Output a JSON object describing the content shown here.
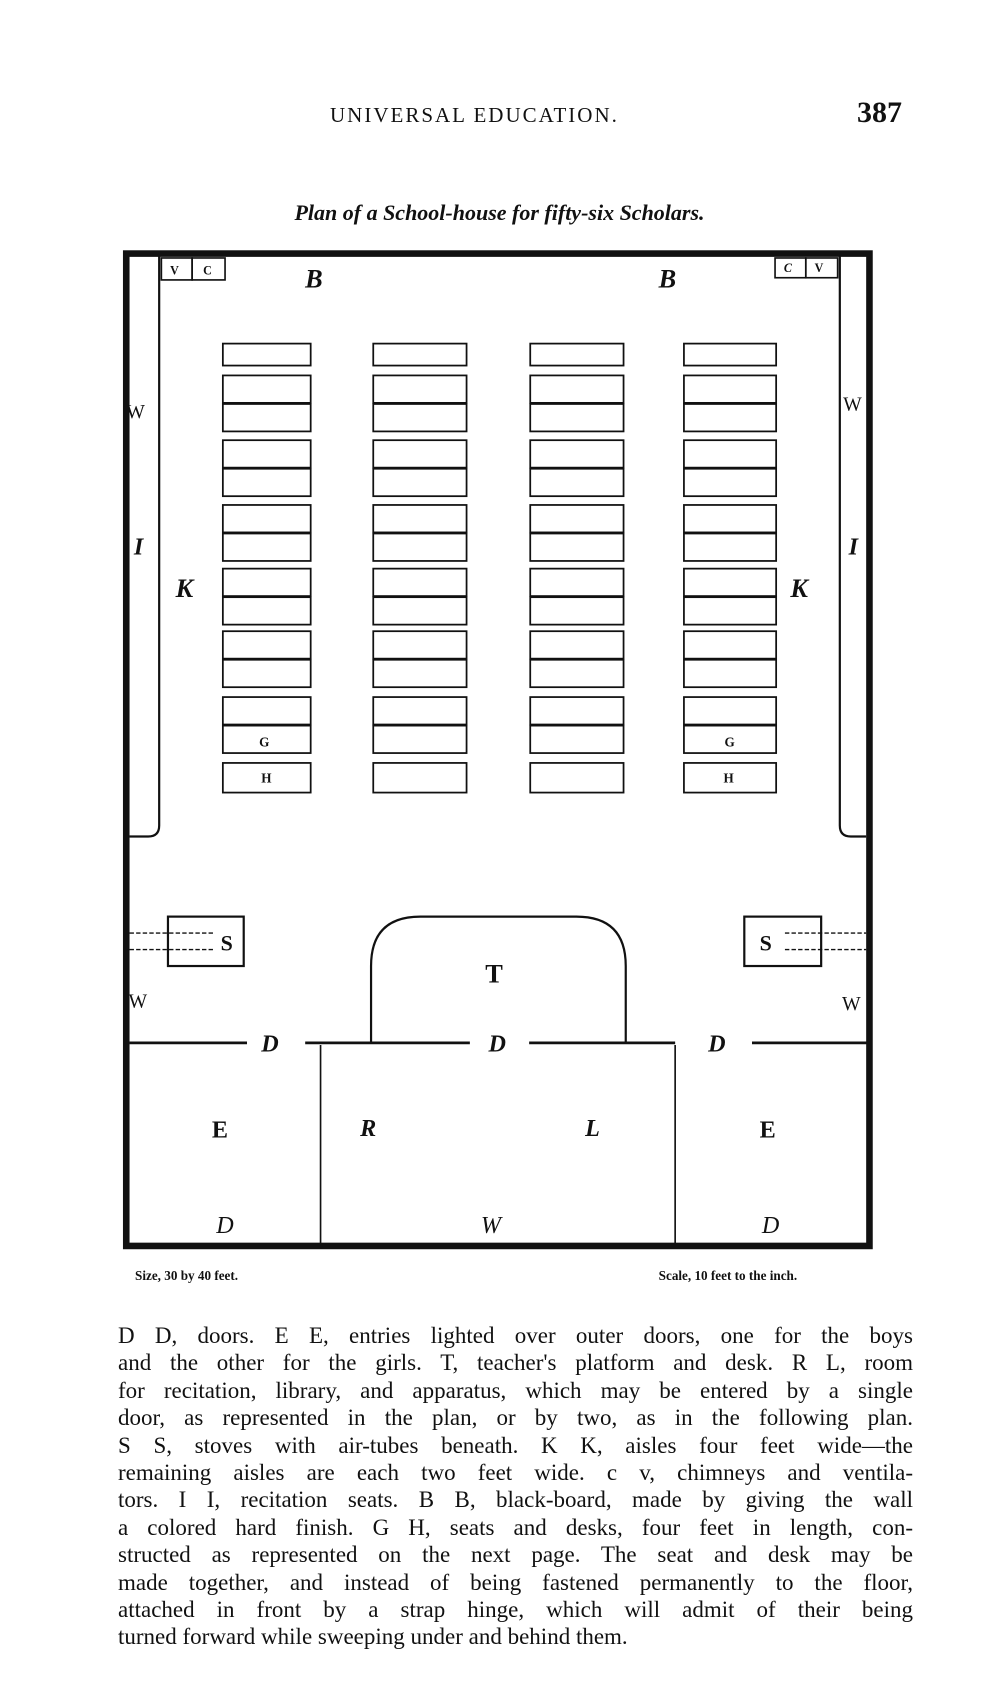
{
  "header": {
    "running_title": "UNIVERSAL EDUCATION.",
    "page_number": "387"
  },
  "figure": {
    "caption": "Plan of a School-house for fifty-six Scholars.",
    "labels": {
      "B": "B",
      "V": "V",
      "C": "C",
      "W": "W",
      "I": "I",
      "K": "K",
      "G": "G",
      "H": "H",
      "S": "S",
      "T": "T",
      "D": "D",
      "E": "E",
      "R": "R",
      "L": "L"
    },
    "size_note": "Size, 30 by 40 feet.",
    "scale_note": "Scale, 10 feet to the inch."
  },
  "body": {
    "lines": [
      "D D, doors.   E E, entries lighted over outer doors, one for the boys",
      "and the other for the girls.   T, teacher's platform and desk.   R L, room",
      "for recitation, library, and apparatus, which may be entered by a single",
      "door, as represented in the plan, or by two, as in the following plan.",
      "S S, stoves with air-tubes beneath.   K K, aisles four feet wide—the",
      "remaining aisles are each two feet wide.   c v, chimneys and ventila-",
      "tors.   I I, recitation seats.   B B, black-board, made by giving the wall",
      "a colored hard finish.   G H, seats and desks, four feet in length, con-",
      "structed as represented on the next page.   The seat and desk may be",
      "made together, and instead of being fastened permanently to the floor,",
      "attached in front by a strap hinge, which will admit of their being",
      "turned forward while sweeping under and behind them."
    ]
  }
}
